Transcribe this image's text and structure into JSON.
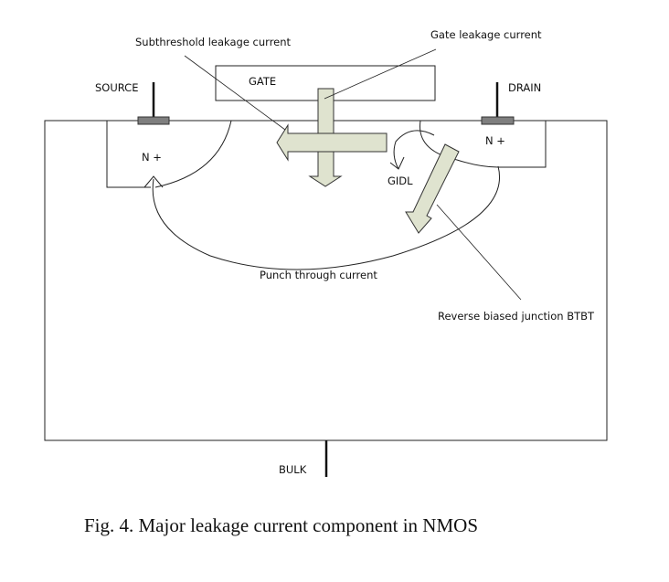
{
  "figure": {
    "caption": "Fig. 4. Major leakage current component in NMOS",
    "terminals": {
      "source": "SOURCE",
      "gate": "GATE",
      "drain": "DRAIN",
      "bulk": "BULK"
    },
    "regions": {
      "source_diffusion": "N +",
      "drain_diffusion": "N +"
    },
    "annotations": {
      "subthreshold": "Subthreshold  leakage current",
      "gate_leakage": "Gate leakage current",
      "gidl": "GIDL",
      "punch_through": "Punch through current",
      "btbt": "Reverse biased junction BTBT"
    },
    "colors": {
      "arrow_fill": "#dfe3cf",
      "contact_fill": "#7f7f7f"
    }
  }
}
